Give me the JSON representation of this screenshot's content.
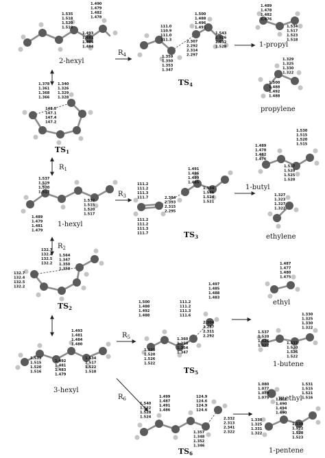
{
  "colors": {
    "carbon": "#5a5a5a",
    "hydrogen": "#c4c4c4",
    "bond": "#8a8a8a",
    "text": "#111111",
    "background": "#ffffff"
  },
  "species": {
    "hexyl2": {
      "name": "2-hexyl",
      "lengths_a": [
        "1.535",
        "1.518",
        "1.520",
        "1.510"
      ],
      "lengths_b": [
        "1.493",
        "1.481",
        "1.484",
        "1.484"
      ],
      "lengths_c": [
        "1.490",
        "1.479",
        "1.482",
        "1.478"
      ]
    },
    "ts4": {
      "name": "TS",
      "index": "4",
      "angles": [
        "111.0",
        "110.9",
        "111.0",
        "111.3"
      ],
      "lengths_a": [
        "1.500",
        "1.488",
        "1.496",
        "1.491"
      ],
      "lengths_b": [
        "1.543",
        "1.526",
        "1.532",
        "1.528"
      ],
      "lengths_c": [
        "1.359",
        "1.350",
        "1.353",
        "1.347"
      ],
      "lengths_d": [
        "2.307",
        "2.292",
        "2.314",
        "2.297"
      ]
    },
    "propyl1": {
      "name": "1-propyl",
      "lengths_a": [
        "1.489",
        "1.478",
        "1.482",
        "1.476"
      ],
      "lengths_b": [
        "1.534",
        "1.517",
        "1.523",
        "1.518"
      ]
    },
    "propylene": {
      "name": "propylene",
      "lengths_a": [
        "1.329",
        "1.325",
        "1.330",
        "1.322"
      ],
      "lengths_b": [
        "1.500",
        "1.488",
        "1.492",
        "1.488"
      ]
    },
    "ts1": {
      "name": "TS",
      "index": "1",
      "lengths_a": [
        "1.378",
        "1.361",
        "1.368",
        "1.366"
      ],
      "lengths_b": [
        "1.340",
        "1.326",
        "1.329",
        "1.328"
      ],
      "angles": [
        "148.5",
        "147.1",
        "147.4",
        "147.2"
      ]
    },
    "hexyl1": {
      "name": "1-hexyl",
      "lengths_a": [
        "1.537",
        "1.519",
        "1.520",
        "1.517"
      ],
      "lengths_b": [
        "1.532",
        "1.515",
        "1.520",
        "1.517"
      ],
      "lengths_c": [
        "1.489",
        "1.479",
        "1.481",
        "1.479"
      ]
    },
    "ts3": {
      "name": "TS",
      "index": "3",
      "angles_a": [
        "111.2",
        "111.2",
        "111.3",
        "111.7"
      ],
      "angles_b": [
        "111.2",
        "111.2",
        "111.3",
        "111.7"
      ],
      "lengths_a": [
        "1.491",
        "1.486",
        "1.489",
        "1.485"
      ],
      "lengths_b": [
        "1.534",
        "1.546",
        "1.524",
        "1.521"
      ],
      "lengths_c": [
        "2.384",
        "2.393",
        "2.315",
        "2.295"
      ]
    },
    "butyl1": {
      "name": "1-butyl",
      "lengths_a": [
        "1.530",
        "1.515",
        "1.520",
        "1.515"
      ],
      "lengths_b": [
        "1.489",
        "1.478",
        "1.482",
        "1.476"
      ],
      "lengths_c": [
        "1.537",
        "1.520",
        "1.525",
        "1.520"
      ]
    },
    "ethylene": {
      "name": "ethylene",
      "lengths": [
        "1.327",
        "1.323",
        "1.327",
        "1.322"
      ]
    },
    "ts2": {
      "name": "TS",
      "index": "2",
      "angles": [
        "132.7",
        "132.4",
        "132.5",
        "132.2"
      ],
      "lengths": [
        "1.564",
        "1.347",
        "1.350",
        "1.350"
      ]
    },
    "ethyl": {
      "name": "ethyl",
      "lengths": [
        "1.487",
        "1.477",
        "1.480",
        "1.475"
      ]
    },
    "ts5": {
      "name": "TS",
      "index": "5",
      "lengths_a": [
        "1.500",
        "1.488",
        "1.492",
        "1.488"
      ],
      "angles": [
        "111.2",
        "111.2",
        "111.3",
        "111.6"
      ],
      "lengths_b": [
        "1.497",
        "1.485",
        "1.488",
        "1.483"
      ],
      "lengths_c": [
        "2.304",
        "2.287",
        "2.311",
        "2.292"
      ],
      "lengths_d": [
        "1.538",
        "1.520",
        "1.526",
        "1.522"
      ],
      "lengths_e": [
        "1.360",
        "1.350",
        "1.354",
        "1.347"
      ]
    },
    "butene1": {
      "name": "1-butene",
      "lengths_a": [
        "1.330",
        "1.325",
        "1.330",
        "1.322"
      ],
      "lengths_b": [
        "1.537",
        "1.520",
        "1.526",
        "1.522"
      ],
      "lengths_c": [
        "1.537",
        "1.520",
        "1.526",
        "1.522"
      ]
    },
    "hexyl3": {
      "name": "3-hexyl",
      "lengths_a": [
        "1.493",
        "1.481",
        "1.484",
        "1.480"
      ],
      "lengths_b": [
        "1.533",
        "1.515",
        "1.520",
        "1.516"
      ],
      "lengths_c": [
        "1.492",
        "1.481",
        "1.483",
        "1.479"
      ],
      "lengths_d": [
        "1.534",
        "1.517",
        "1.522",
        "1.518"
      ]
    },
    "ts6": {
      "name": "TS",
      "index": "6",
      "lengths_a": [
        "1.540",
        "1.522",
        "1.528",
        "1.524"
      ],
      "lengths_b": [
        "1.499",
        "1.487",
        "1.491",
        "1.486"
      ],
      "angles": [
        "124.9",
        "124.6",
        "124.9",
        "124.6"
      ],
      "lengths_c": [
        "2.332",
        "2.313",
        "2.341",
        "2.322"
      ],
      "lengths_d": [
        "1.357",
        "1.348",
        "1.352",
        "1.346"
      ]
    },
    "methyl": {
      "name": "methyl",
      "lengths": [
        "1.080",
        "1.077",
        "1.079",
        "1.075"
      ]
    },
    "pentene1": {
      "name": "1-pentene",
      "lengths_a": [
        "1.531",
        "1.515",
        "1.521",
        "1.516"
      ],
      "lengths_b": [
        "1.502",
        "1.490",
        "1.494",
        "1.490"
      ],
      "lengths_c": [
        "1.330",
        "1.325",
        "1.331",
        "1.322"
      ],
      "lengths_d": [
        "1.539",
        "1.522",
        "1.528",
        "1.523"
      ]
    }
  },
  "reactions": {
    "r1": {
      "letter": "R",
      "index": "1"
    },
    "r2": {
      "letter": "R",
      "index": "2"
    },
    "r3": {
      "letter": "R",
      "index": "3"
    },
    "r4": {
      "letter": "R",
      "index": "4"
    },
    "r5": {
      "letter": "R",
      "index": "5"
    },
    "r6": {
      "letter": "R",
      "index": "6"
    }
  }
}
